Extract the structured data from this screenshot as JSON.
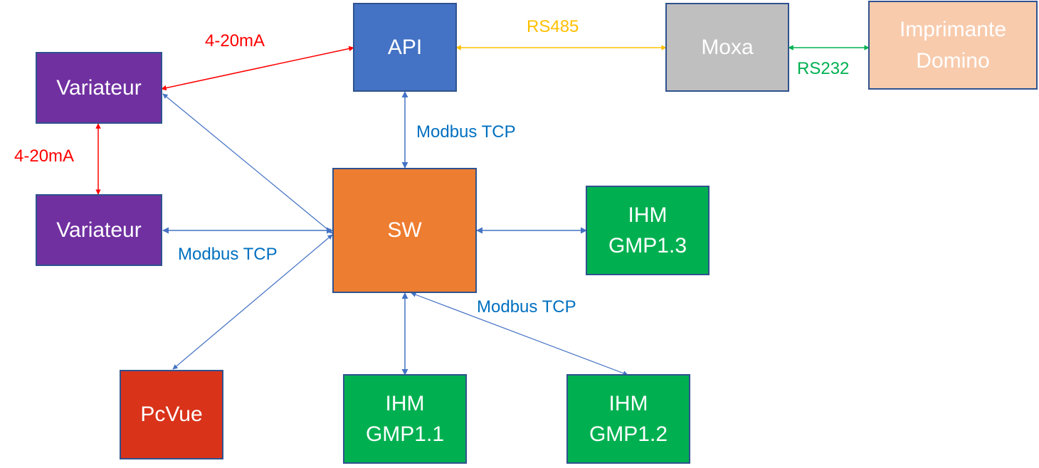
{
  "nodes": {
    "variateur1": {
      "label": "Variateur",
      "color": "#7030a0"
    },
    "variateur2": {
      "label": "Variateur",
      "color": "#7030a0"
    },
    "api": {
      "label": "API",
      "color": "#4472c4"
    },
    "moxa": {
      "label": "Moxa",
      "color": "#bfbfbf"
    },
    "imprimante": {
      "label": "Imprimante\nDomino",
      "color": "#f8cbad"
    },
    "sw": {
      "label": "SW",
      "color": "#ed7d31"
    },
    "ihm13": {
      "label": "IHM\nGMP1.3",
      "color": "#00b050"
    },
    "ihm11": {
      "label": "IHM\nGMP1.1",
      "color": "#00b050"
    },
    "ihm12": {
      "label": "IHM\nGMP1.2",
      "color": "#00b050"
    },
    "pcvue": {
      "label": "PcVue",
      "color": "#d9331a"
    }
  },
  "links": [
    {
      "from": "variateur1",
      "to": "api",
      "label": "4-20mA",
      "color": "#ff0000"
    },
    {
      "from": "variateur1",
      "to": "variateur2",
      "label": "4-20mA",
      "color": "#ff0000"
    },
    {
      "from": "api",
      "to": "moxa",
      "label": "RS485",
      "color": "#ffc000"
    },
    {
      "from": "moxa",
      "to": "imprimante",
      "label": "RS232",
      "color": "#00b050"
    },
    {
      "from": "api",
      "to": "sw",
      "label": "Modbus TCP",
      "color": "#4472c4"
    },
    {
      "from": "variateur2",
      "to": "sw",
      "label": "Modbus TCP",
      "color": "#4472c4"
    },
    {
      "from": "variateur1",
      "to": "sw",
      "label": "",
      "color": "#4472c4"
    },
    {
      "from": "pcvue",
      "to": "sw",
      "label": "",
      "color": "#4472c4"
    },
    {
      "from": "sw",
      "to": "ihm13",
      "label": "",
      "color": "#4472c4"
    },
    {
      "from": "sw",
      "to": "ihm11",
      "label": "",
      "color": "#4472c4"
    },
    {
      "from": "sw",
      "to": "ihm12",
      "label": "Modbus TCP",
      "color": "#4472c4"
    }
  ],
  "labels": {
    "ma_top": "4-20mA",
    "ma_left": "4-20mA",
    "rs485": "RS485",
    "rs232": "RS232",
    "modbus_api": "Modbus TCP",
    "modbus_var": "Modbus TCP",
    "modbus_ihm": "Modbus TCP"
  },
  "colors": {
    "red": "#ff0000",
    "yellow": "#ffc000",
    "green": "#00b050",
    "blue": "#4472c4",
    "label_blue": "#0070c0"
  }
}
